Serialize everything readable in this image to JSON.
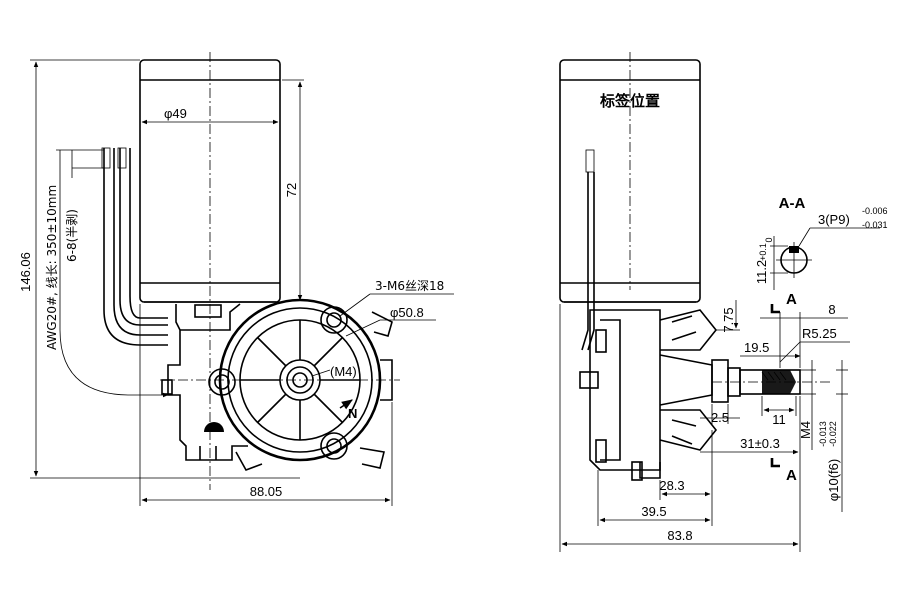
{
  "front_view": {
    "height_total": "146.06",
    "wire_spec": "AWG20#, 线长: 350±10mm",
    "wire_strip": "6-8(半剥)",
    "motor_diameter": "φ49",
    "motor_length": "72",
    "mount_holes": "3-M6丝深18",
    "pcd": "φ50.8",
    "shaft_thread": "(M4)",
    "direction_mark": "N",
    "width_total": "88.05"
  },
  "side_view": {
    "label_position": "标签位置",
    "section_title": "A-A",
    "keyway_width": "3(P9)",
    "keyway_tol_upper": "-0.006",
    "keyway_tol_lower": "-0.031",
    "key_height": "11.2",
    "key_height_tol_upper": "+0.1",
    "key_height_tol_lower": "0",
    "section_mark_top": "A",
    "section_mark_bottom": "A",
    "dim_7_75": "7.75",
    "dim_8": "8",
    "dim_r5_25": "R5.25",
    "dim_19_5": "19.5",
    "dim_2_5": "2.5",
    "dim_11": "11",
    "dim_m4": "M4",
    "dim_31": "31±0.3",
    "dim_28_3": "28.3",
    "dim_39_5": "39.5",
    "dim_83_8": "83.8",
    "shaft_diameter": "φ10(f6)",
    "shaft_tol_upper": "-0.013",
    "shaft_tol_lower": "-0.022"
  }
}
